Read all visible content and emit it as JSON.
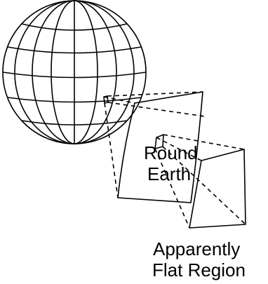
{
  "labels": {
    "round": "Round",
    "earth": "Earth",
    "apparently": "Apparently",
    "flat_region": "Flat Region"
  },
  "colors": {
    "ink": "#000000",
    "background": "#ffffff"
  }
}
